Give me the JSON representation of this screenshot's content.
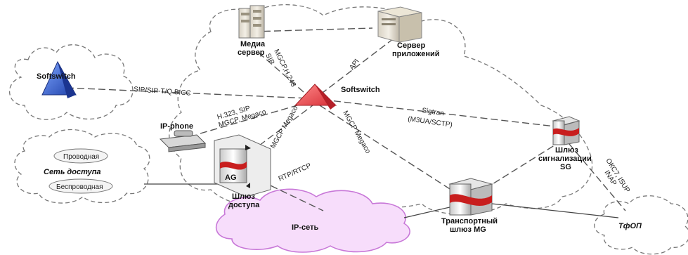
{
  "nodes": {
    "softswitch_left": "Softswitch",
    "softswitch_center": "Softswitch",
    "media_server": [
      "Медиа",
      "сервер"
    ],
    "app_server": [
      "Сервер",
      "приложений"
    ],
    "ip_phone": "IP-phone",
    "access_gateway": [
      "Шлюз",
      "доступа"
    ],
    "ag_label": "AG",
    "signaling_gateway": [
      "Шлюз",
      "сигнализации",
      "SG"
    ],
    "transport_gateway": [
      "Транспортный",
      "шлюз MG"
    ],
    "ip_network": "IP-сеть",
    "pstn": "ТфОП",
    "access_network": "Сеть доступа",
    "wired": "Проводная",
    "wireless": "Беспроводная"
  },
  "protocols": {
    "sip_bicc": "SIP/SIP-T/Q.BICC",
    "ms_mgcp": "MGCP,H.248",
    "ms_sip": "SIP",
    "api": "API",
    "ip_phone_proto": [
      "H.323, SIP",
      "MGCP, Megaco"
    ],
    "ag_proto": "MGCP Megaco",
    "mg_proto": "MGCP Megaco",
    "sigtran": [
      "Sigtran",
      "(M3UA/SCTP)"
    ],
    "rtp": "RTP/RTCP",
    "ss7": [
      "ОКС7, ISUP",
      "INAP"
    ]
  },
  "colors": {
    "softswitch_center": "#e8424a",
    "softswitch_left": "#2f55c8",
    "gateway_band": "#c81e1e",
    "ip_cloud": "#c878d8",
    "cloud_outline": "#777777"
  }
}
